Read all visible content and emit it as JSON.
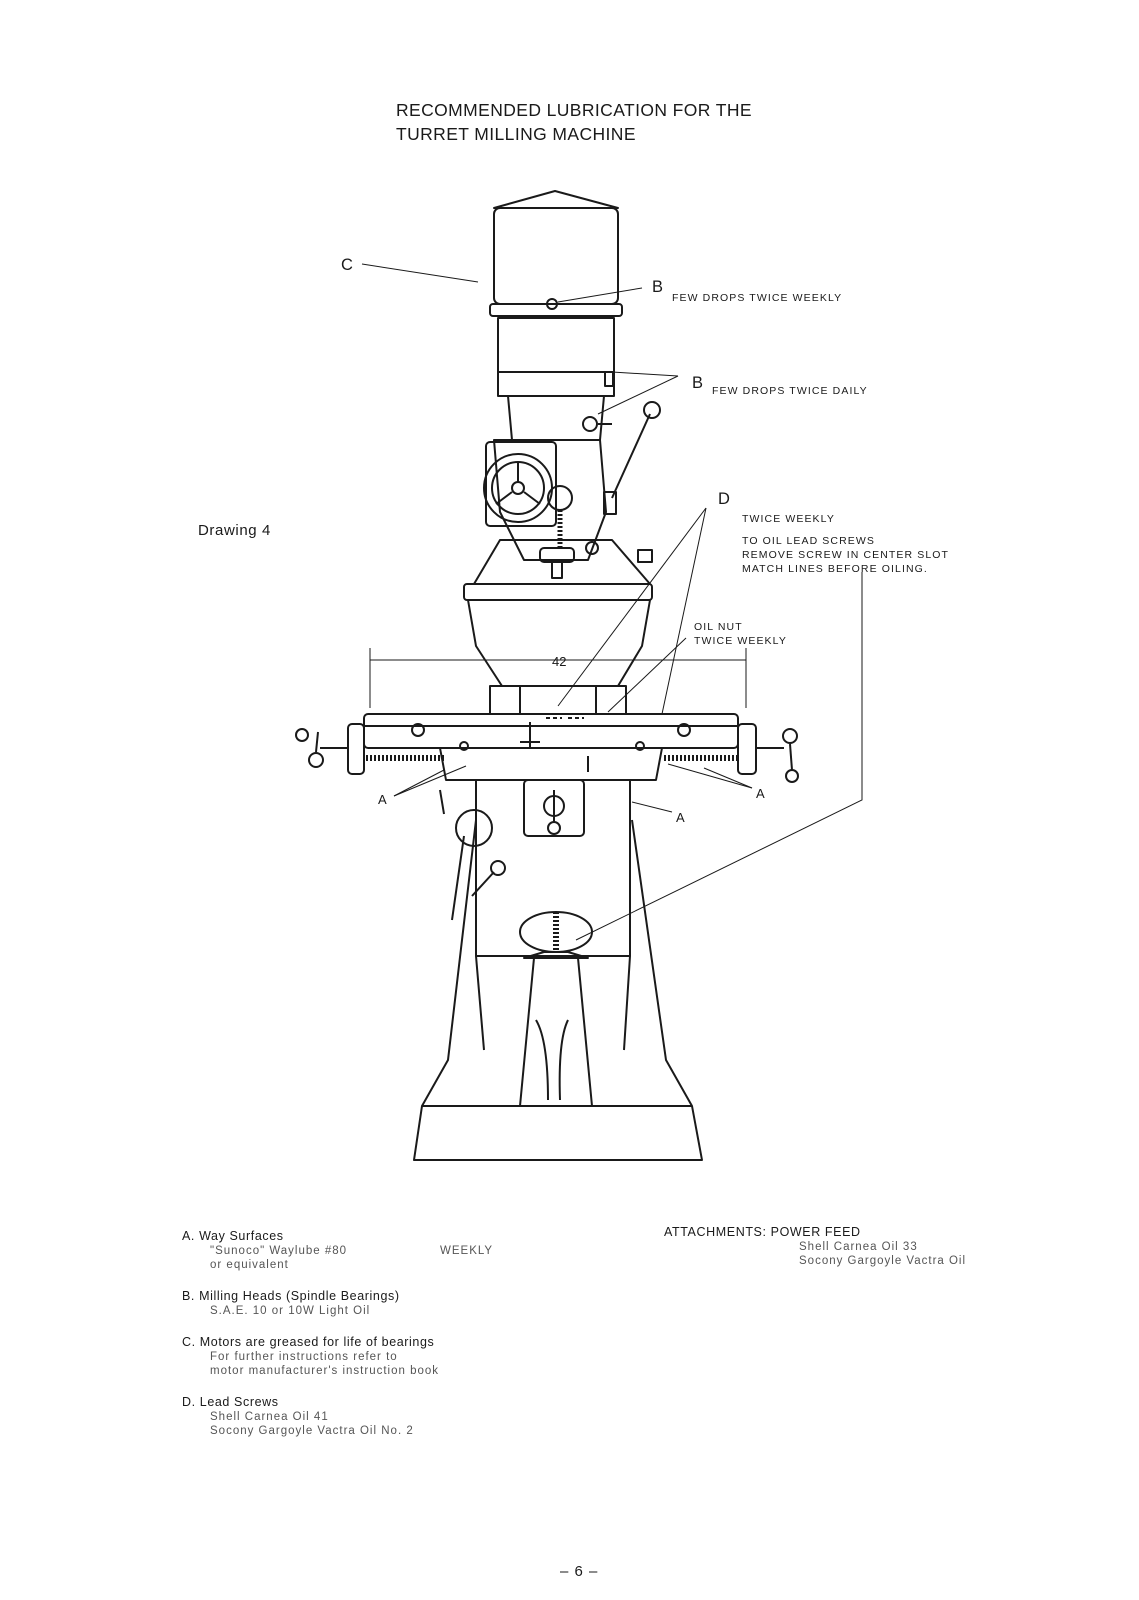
{
  "title": {
    "line1": "RECOMMENDED LUBRICATION FOR THE",
    "line2": "TURRET MILLING MACHINE"
  },
  "drawing": {
    "label": "Drawing 4",
    "callouts": {
      "c": "C",
      "b_top": "B",
      "b_top_text": "FEW DROPS TWICE WEEKLY",
      "b_mid": "B",
      "b_mid_text": "FEW DROPS TWICE DAILY",
      "d": "D",
      "d_line1": "TWICE WEEKLY",
      "d_line2": "TO OIL LEAD SCREWS",
      "d_line3": "REMOVE SCREW IN CENTER SLOT",
      "d_line4": "MATCH LINES   BEFORE OILING.",
      "oil_nut_line1": "OIL NUT",
      "oil_nut_line2": "TWICE WEEKLY",
      "dimension": "42",
      "a_left": "A",
      "a_center": "A",
      "a_right": "A"
    }
  },
  "legend": [
    {
      "head": "A.  Way  Surfaces",
      "lines": [
        "\"Sunoco\" Waylube #80",
        "or equivalent"
      ],
      "frequency": "WEEKLY"
    },
    {
      "head": "B.  Milling  Heads (Spindle Bearings)",
      "lines": [
        "S.A.E. 10 or 10W Light Oil"
      ]
    },
    {
      "head": "C.  Motors are greased for life of bearings",
      "lines": [
        "For further instructions refer to",
        "motor manufacturer's instruction book"
      ]
    },
    {
      "head": "D.  Lead  Screws",
      "lines": [
        "Shell Carnea Oil 41",
        "Socony Gargoyle Vactra Oil No. 2"
      ]
    }
  ],
  "attachments": {
    "head": "ATTACHMENTS:  POWER  FEED",
    "lines": [
      "Shell Carnea Oil 33",
      "Socony Gargoyle Vactra Oil"
    ]
  },
  "page_number": "– 6 –"
}
